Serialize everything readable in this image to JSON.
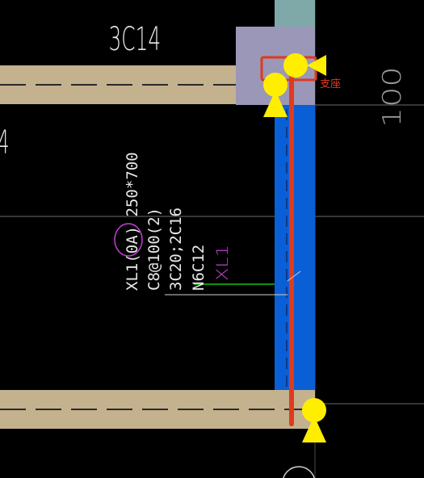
{
  "drawing": {
    "top_rebar_label": "3C14",
    "dimension_label": "100",
    "left_partial_label": "4",
    "support_label": "支座",
    "beam_lines": {
      "line1": "XL1(0A)  250*700",
      "line2": "C8@100(2)",
      "line3": "3C20;2C16",
      "line4": "N6C12"
    },
    "beam_name_magenta": "XL1"
  },
  "colors": {
    "background": "#000000",
    "beam_fill": "#c4b28e",
    "column_fill": "#9a97b8",
    "column_teal": "#7fa9a8",
    "blue_wall": "#0a5fd6",
    "red_line": "#e03a1e",
    "yellow_support": "#ffee00",
    "magenta_text": "#c43fd6",
    "white_text": "#e8e8e8",
    "grid_line": "#6c6c6c",
    "green_leader": "#18c018"
  }
}
